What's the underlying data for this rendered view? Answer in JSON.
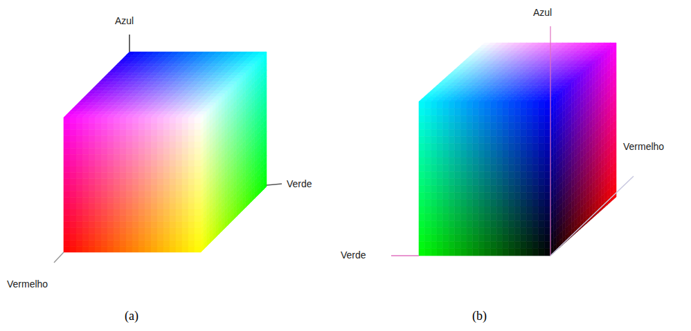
{
  "diagram": {
    "labels": [
      "Azul",
      "Verde",
      "Vermelho",
      "(a)",
      "Azul",
      "Vermelho",
      "Verde",
      "(b)"
    ]
  }
}
